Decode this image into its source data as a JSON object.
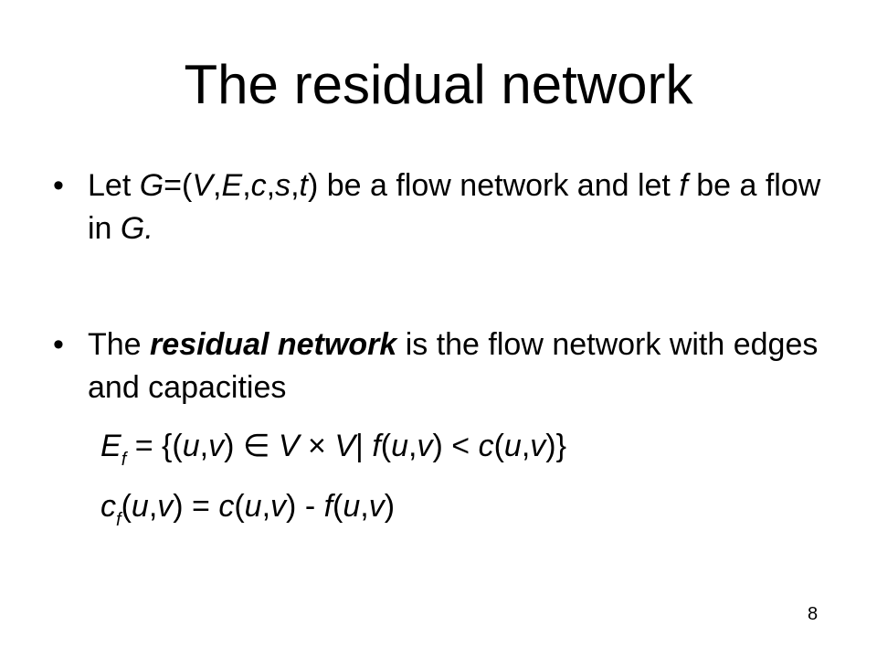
{
  "slide": {
    "title": "The residual network",
    "bullet_char": "•",
    "bullet1": {
      "p1": "Let ",
      "G": "G",
      "p2": "=(",
      "V": "V",
      "c1": ",",
      "E": "E",
      "c2": ",",
      "c": "c",
      "c3": ",",
      "s": "s",
      "c4": ",",
      "t": "t",
      "p3": ") be a flow network and let ",
      "f": "f",
      "p4": " be a flow in ",
      "G2": "G.",
      "p5": ""
    },
    "bullet2": {
      "p1": "The ",
      "term": "residual network",
      "p2": " is the flow network with edges and capacities"
    },
    "eq1": {
      "E": "E",
      "sub": "f",
      "rest1": " = {(",
      "u": "u",
      "comma": ",",
      "v": "v",
      "rest2": ") ",
      "in": "∈",
      "rest3": " ",
      "V1": "V",
      "times": " × ",
      "V2": "V",
      "bar": "| ",
      "f": "f",
      "open": "(",
      "u2": "u",
      "comma2": ",",
      "v2": "v",
      "lt": ") < ",
      "c": "c",
      "open2": "(",
      "u3": "u",
      "comma3": ",",
      "v3": "v",
      "close": ")}"
    },
    "eq2": {
      "c": "c",
      "sub": "f",
      "open": "(",
      "u": "u",
      "comma": ",",
      "v": "v",
      "eq": ") = ",
      "c2": "c",
      "open2": "(",
      "u2": "u",
      "comma2": ",",
      "v2": "v",
      "minus": ") - ",
      "f": "f",
      "open3": "(",
      "u3": "u",
      "comma3": ",",
      "v3": "v",
      "close": ")"
    },
    "page_number": "8"
  }
}
